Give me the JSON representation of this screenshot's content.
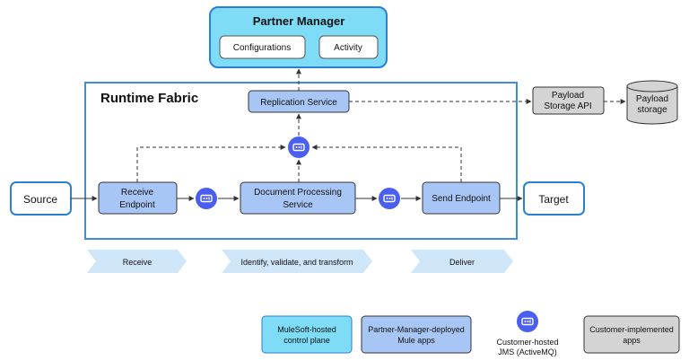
{
  "partner_manager": {
    "title": "Partner Manager",
    "configurations": "Configurations",
    "activity": "Activity"
  },
  "runtime_fabric": {
    "title": "Runtime Fabric",
    "replication_service": "Replication Service",
    "receive_endpoint": [
      "Receive",
      "Endpoint"
    ],
    "document_processing": [
      "Document Processing",
      "Service"
    ],
    "send_endpoint": "Send Endpoint"
  },
  "external": {
    "source": "Source",
    "target": "Target",
    "payload_storage_api": [
      "Payload",
      "Storage API"
    ],
    "payload_storage": [
      "Payload",
      "storage"
    ]
  },
  "stages": [
    "Receive",
    "Identify, validate, and transform",
    "Deliver"
  ],
  "legend": {
    "mulesoft_hosted": [
      "MuleSoft-hosted",
      "control plane"
    ],
    "partner_manager_deployed": [
      "Partner-Manager-deployed",
      "Mule apps"
    ],
    "customer_hosted_jms": [
      "Customer-hosted",
      "JMS (ActiveMQ)"
    ],
    "customer_implemented": [
      "Customer-implemented",
      "apps"
    ]
  },
  "icons": {
    "queue": "jms-queue-icon",
    "database": "database-cylinder-icon"
  },
  "colors": {
    "control_plane_fill": "#7fdcf7",
    "control_plane_stroke": "#2b7fd4",
    "mule_app_fill": "#a8c6f5",
    "queue_fill": "#4a5ef0",
    "customer_fill": "#d4d4d4",
    "runtime_border": "#3d8fd6",
    "stage_fill": "#cfe6f9"
  }
}
